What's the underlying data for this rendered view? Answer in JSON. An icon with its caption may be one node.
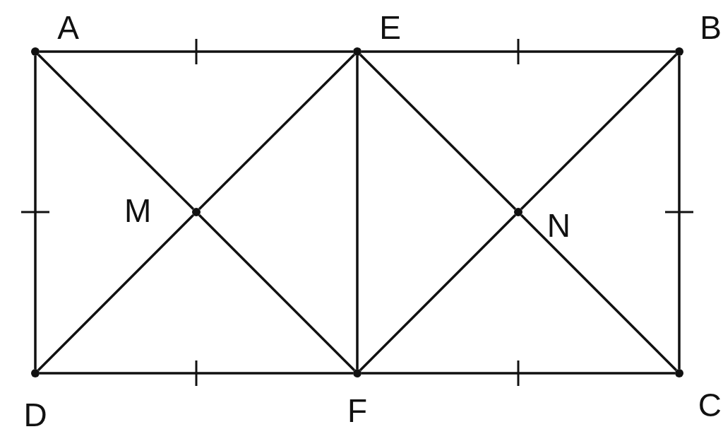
{
  "diagram": {
    "nodes": [
      {
        "text": [
          "A"
        ]
      },
      {
        "text": [
          "E"
        ]
      },
      {
        "text": [
          "B"
        ]
      },
      {
        "text": [
          "M"
        ]
      },
      {
        "text": [
          "N"
        ]
      },
      {
        "text": [
          "D"
        ]
      },
      {
        "text": [
          "F"
        ]
      },
      {
        "text": [
          "C"
        ]
      }
    ],
    "edges": [
      {
        "from": 0,
        "to": 1,
        "arrow": "none"
      },
      {
        "from": 1,
        "to": 2,
        "arrow": "none"
      },
      {
        "from": 0,
        "to": 5,
        "arrow": "none"
      },
      {
        "from": 2,
        "to": 7,
        "arrow": "none"
      },
      {
        "from": 5,
        "to": 6,
        "arrow": "none"
      },
      {
        "from": 6,
        "to": 7,
        "arrow": "none"
      },
      {
        "from": 1,
        "to": 6,
        "arrow": "none"
      },
      {
        "from": 0,
        "to": 3,
        "arrow": "none"
      },
      {
        "from": 3,
        "to": 6,
        "arrow": "none"
      },
      {
        "from": 5,
        "to": 3,
        "arrow": "none"
      },
      {
        "from": 3,
        "to": 1,
        "arrow": "none"
      },
      {
        "from": 1,
        "to": 4,
        "arrow": "none"
      },
      {
        "from": 4,
        "to": 7,
        "arrow": "none"
      },
      {
        "from": 6,
        "to": 4,
        "arrow": "none"
      },
      {
        "from": 4,
        "to": 2,
        "arrow": "none"
      }
    ]
  }
}
